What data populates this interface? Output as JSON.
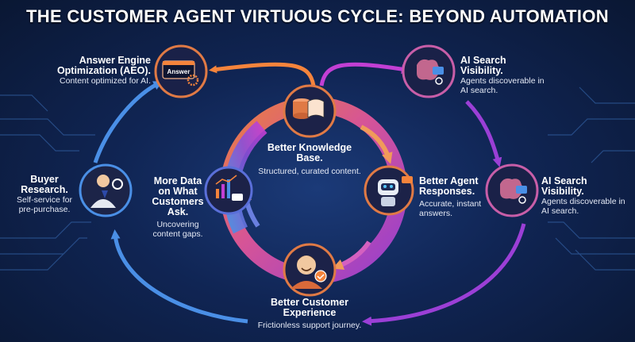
{
  "title": "THE CUSTOMER AGENT VIRTUOUS CYCLE: BEYOND AUTOMATION",
  "nodes": {
    "aeo": {
      "heading": "Answer Engine Optimization (AEO).",
      "sub": "Content optimized for AI.",
      "icon_label": "Answer",
      "icon": "answer-box-gear-icon"
    },
    "ai_search_top": {
      "heading": "AI Search Visibility.",
      "sub": "Agents discoverable in AI search.",
      "icon": "brain-search-icon"
    },
    "knowledge": {
      "heading": "Better Knowledge Base.",
      "sub": "Structured, curated content.",
      "icon": "database-book-icon"
    },
    "buyer": {
      "heading": "Buyer Research.",
      "sub": "Self-service for pre-purchase.",
      "icon": "person-magnifier-icon"
    },
    "more_data": {
      "heading": "More Data on What Customers Ask.",
      "sub": "Uncovering content gaps.",
      "icon": "chart-chat-icon"
    },
    "agent": {
      "heading": "Better Agent Responses.",
      "sub": "Accurate, instant answers.",
      "icon": "robot-icon"
    },
    "ai_search_right": {
      "heading": "AI Search Visibility.",
      "sub": "Agents discoverable in AI search.",
      "icon": "brain-search-icon"
    },
    "cx": {
      "heading": "Better Customer Experience",
      "sub": "Frictionless support journey.",
      "icon": "happy-customer-icon"
    }
  },
  "colors": {
    "background": "#102554",
    "orange": "#f5843c",
    "magenta": "#c23fd4",
    "purple": "#8a3fd9",
    "blue": "#4a8fe6",
    "node_border": "#e07a45"
  }
}
